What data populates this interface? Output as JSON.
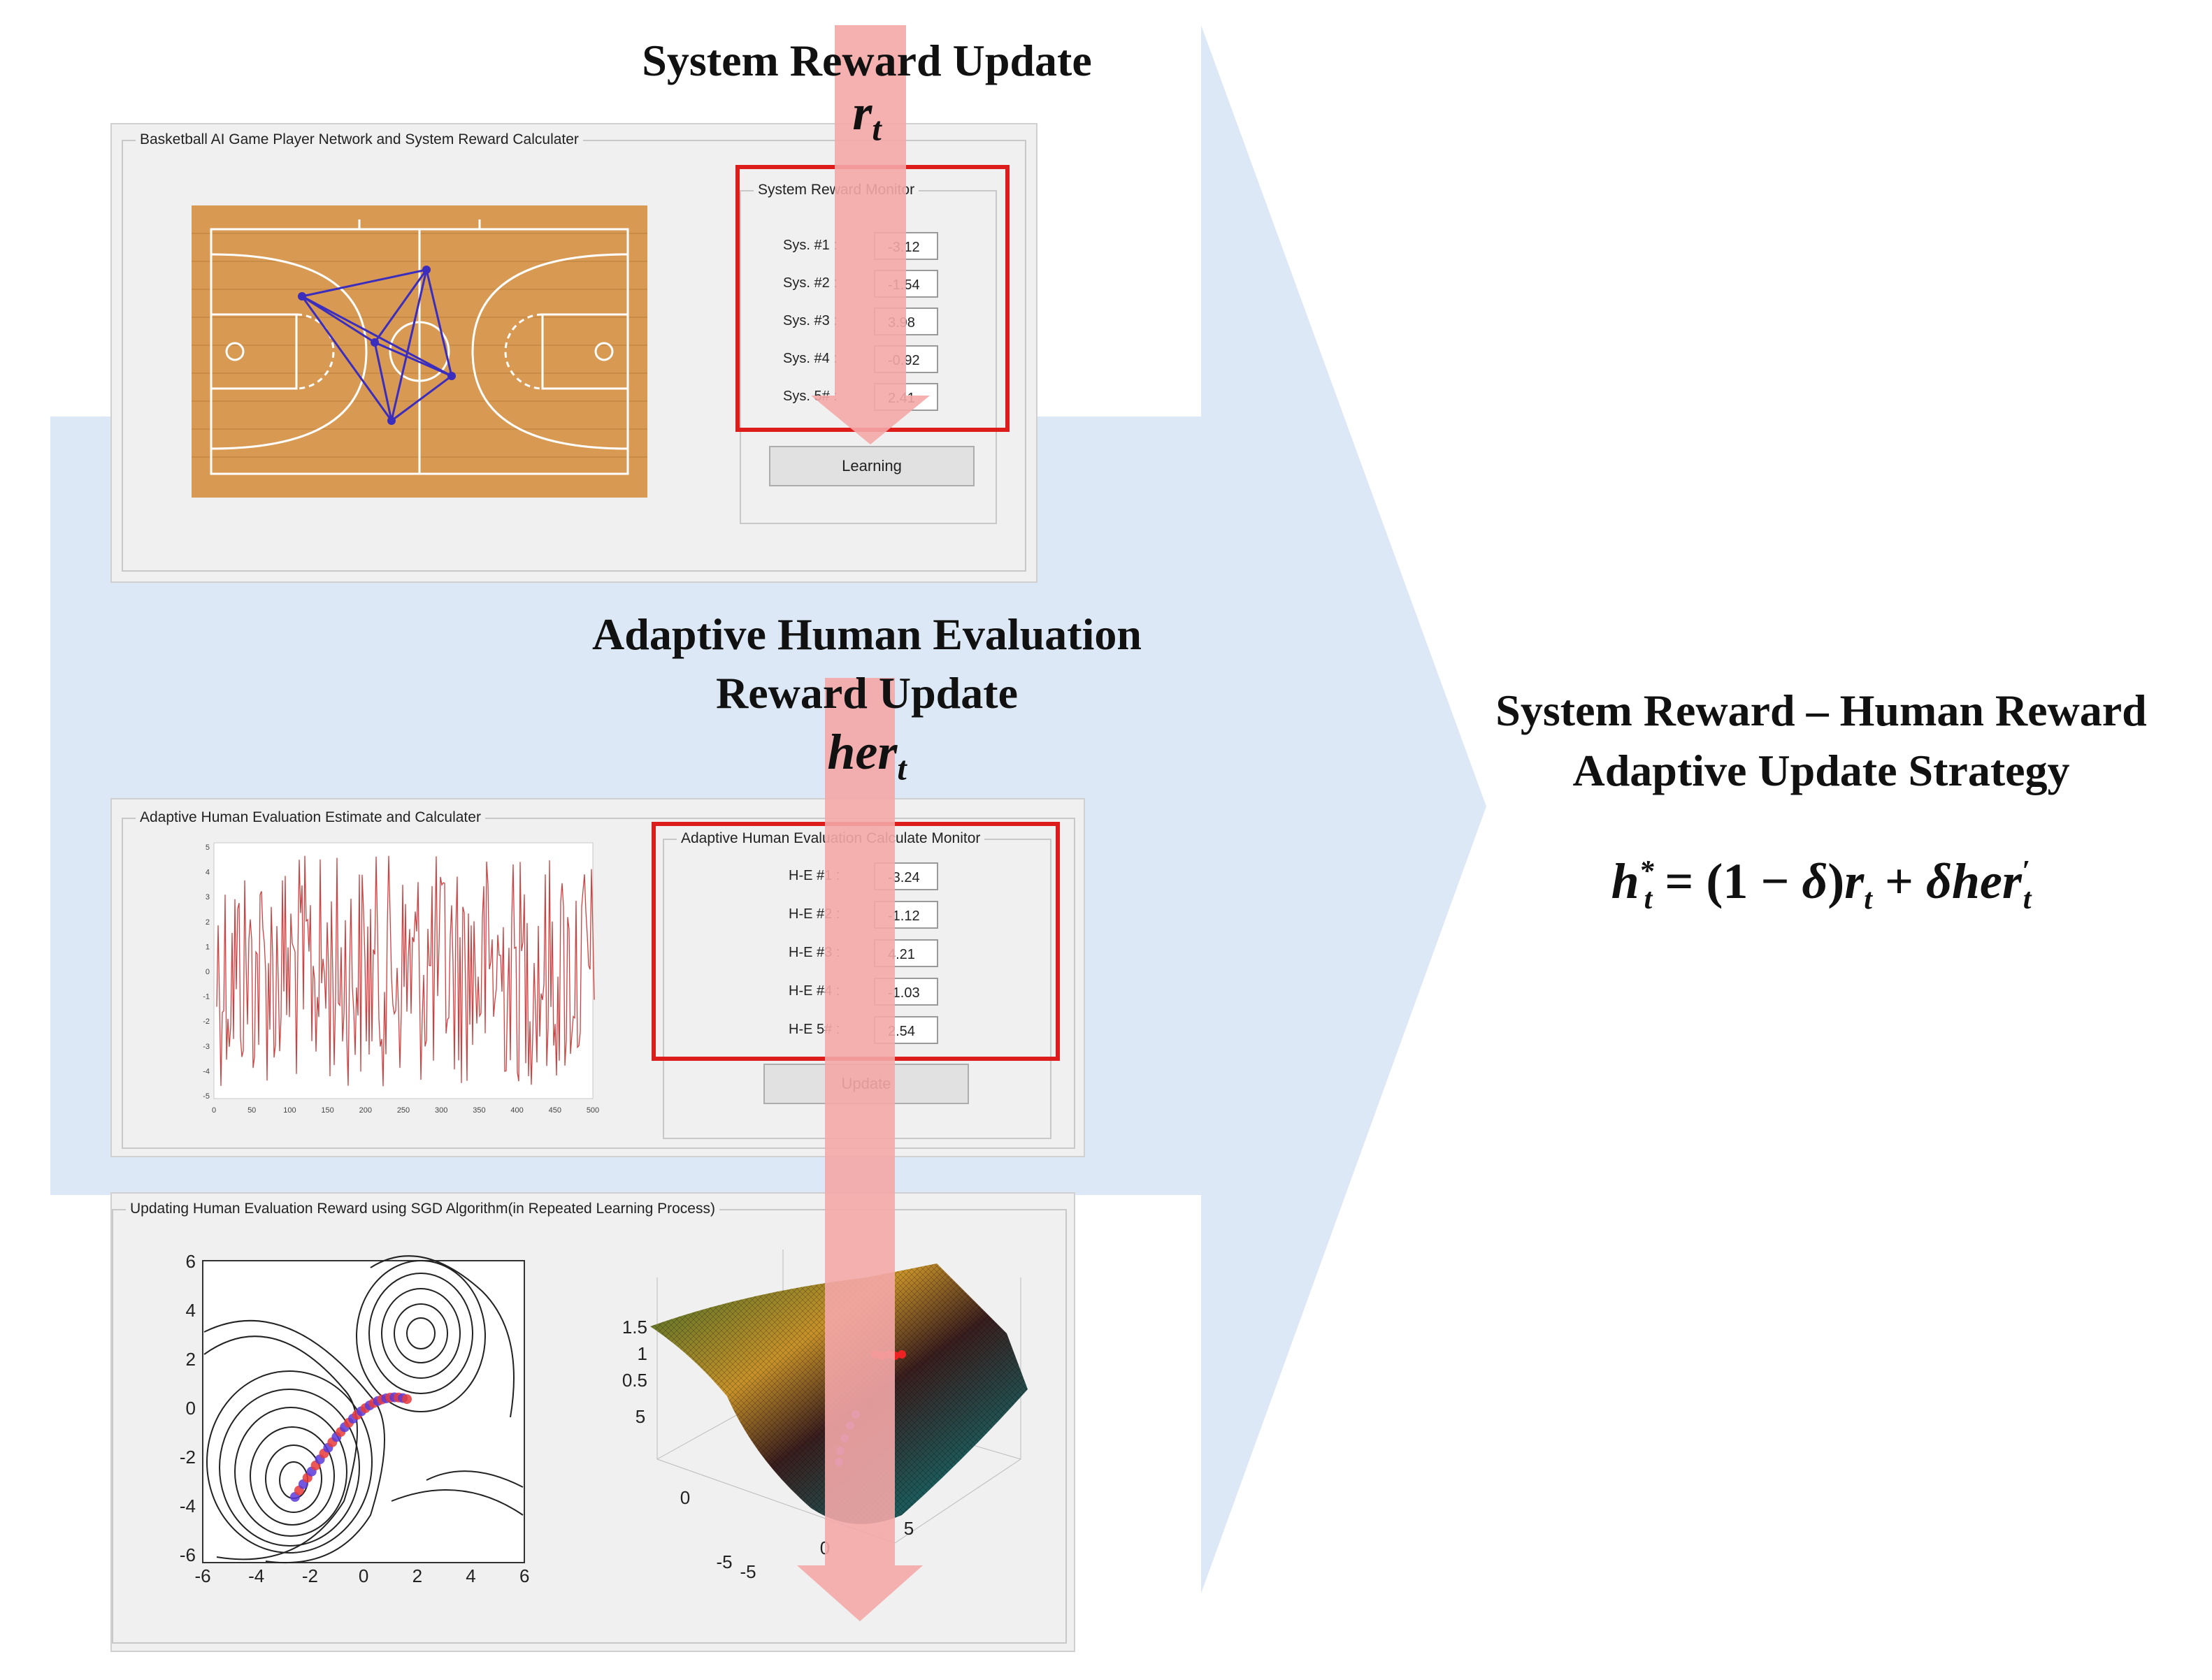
{
  "top_heading": {
    "line1": "System Reward Update",
    "sym": "r",
    "sub": "t"
  },
  "mid_heading": {
    "line1": "Adaptive Human Evaluation",
    "line2": "Reward Update",
    "sym": "her",
    "sub": "t"
  },
  "strategy": {
    "line1": "System Reward – Human Reward",
    "line2": "Adaptive Update Strategy"
  },
  "formula": {
    "h": "h",
    "h_sub": "t",
    "h_sup": "*",
    "eq": " = (1 − ",
    "delta1": "δ",
    "mid": ")",
    "r": "r",
    "r_sub": "t",
    "plus": " + ",
    "delta2": "δ",
    "her": "her",
    "her_sub": "t",
    "her_sup": "′"
  },
  "panel1": {
    "title": "Basketball AI Game Player Network and System Reward Calculater",
    "monitor_title": "System Reward Monitor",
    "rows": [
      {
        "label": "Sys. #1 :",
        "value": "-3.12"
      },
      {
        "label": "Sys. #2 :",
        "value": "-1.54"
      },
      {
        "label": "Sys. #3 :",
        "value": "3.98"
      },
      {
        "label": "Sys. #4 :",
        "value": "-0.92"
      },
      {
        "label": "Sys. 5# :",
        "value": "2.41"
      }
    ],
    "button": "Learning"
  },
  "panel2": {
    "title": "Adaptive Human Evaluation Estimate and Calculater",
    "monitor_title": "Adaptive Human Evaluation Calculate Monitor",
    "rows": [
      {
        "label": "H-E #1 :",
        "value": "-3.24"
      },
      {
        "label": "H-E #2 :",
        "value": "-1.12"
      },
      {
        "label": "H-E #3 :",
        "value": "4.21"
      },
      {
        "label": "H-E #4 :",
        "value": "-1.03"
      },
      {
        "label": "H-E 5# :",
        "value": "2.54"
      }
    ],
    "button": "Update",
    "plot_y_ticks": [
      "5",
      "4",
      "3",
      "2",
      "1",
      "0",
      "-1",
      "-2",
      "-3",
      "-4",
      "-5"
    ],
    "plot_x_ticks": [
      "0",
      "50",
      "100",
      "150",
      "200",
      "250",
      "300",
      "350",
      "400",
      "450",
      "500"
    ]
  },
  "panel3": {
    "title": "Updating Human Evaluation Reward using SGD Algorithm(in Repeated Learning Process)",
    "contour_y_ticks": [
      "6",
      "4",
      "2",
      "0",
      "-2",
      "-4",
      "-6"
    ],
    "contour_x_ticks": [
      "-6",
      "-4",
      "-2",
      "0",
      "2",
      "4",
      "6"
    ],
    "surface_z_ticks": [
      "1.5",
      "1",
      "0.5"
    ],
    "surface_ticks": [
      "5",
      "0",
      "-5",
      "-5",
      "0",
      "5"
    ]
  },
  "colors": {
    "red_box": "#dd1c1c",
    "arrow": "#f4a7a7",
    "bg_arrow": "#dce8f5",
    "court": "#d89a52",
    "noise": "#d04040",
    "network": "#3b2dbd"
  }
}
